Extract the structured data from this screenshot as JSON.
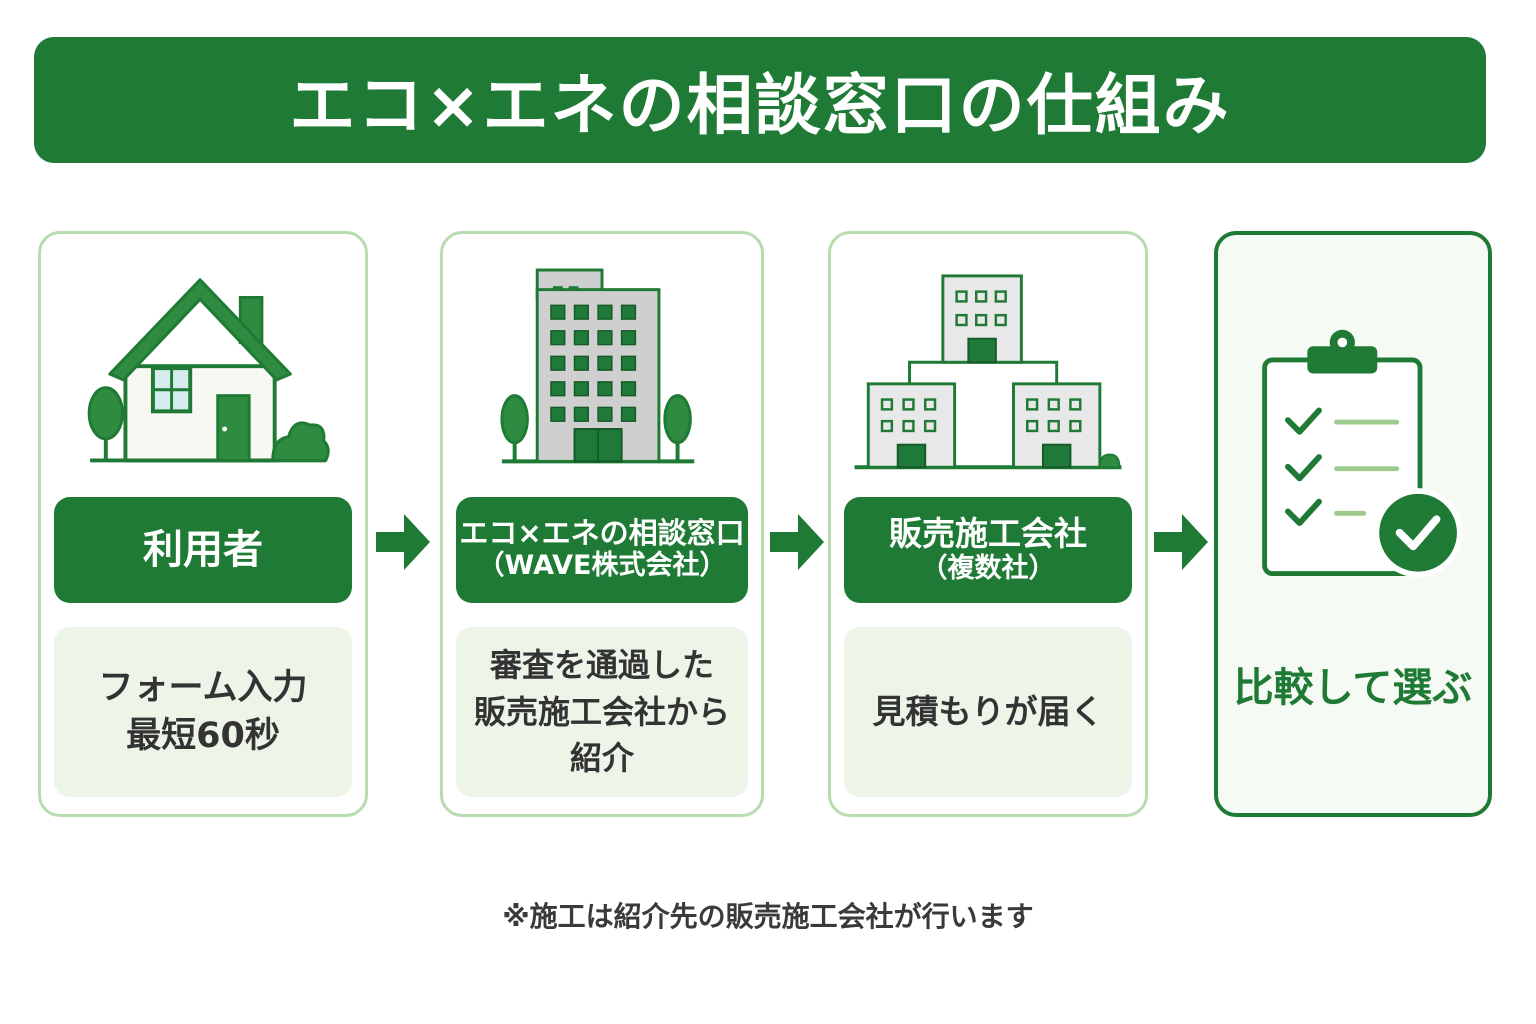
{
  "title": "エコ×エネの相談窓口の仕組み",
  "colors": {
    "primary_green": "#1e7a34",
    "light_green_border": "#b9dcae",
    "light_green_fill": "#edf5e9"
  },
  "steps": [
    {
      "icon": "house-icon",
      "label": "利用者",
      "desc_lines": [
        "フォーム入力",
        "最短60秒"
      ]
    },
    {
      "icon": "office-building-icon",
      "label": "エコ×エネの相談窓口",
      "label_sub": "（WAVE株式会社）",
      "desc_lines": [
        "審査を通過した",
        "販売施工会社から",
        "紹介"
      ]
    },
    {
      "icon": "multiple-buildings-icon",
      "label": "販売施工会社",
      "label_sub": "（複数社）",
      "desc_lines": [
        "見積もりが届く"
      ]
    },
    {
      "icon": "checklist-clipboard-icon",
      "label": "比較して選ぶ"
    }
  ],
  "arrows": [
    "arrow-right-icon",
    "arrow-right-icon",
    "arrow-right-icon"
  ],
  "note": "※施工は紹介先の販売施工会社が行います"
}
